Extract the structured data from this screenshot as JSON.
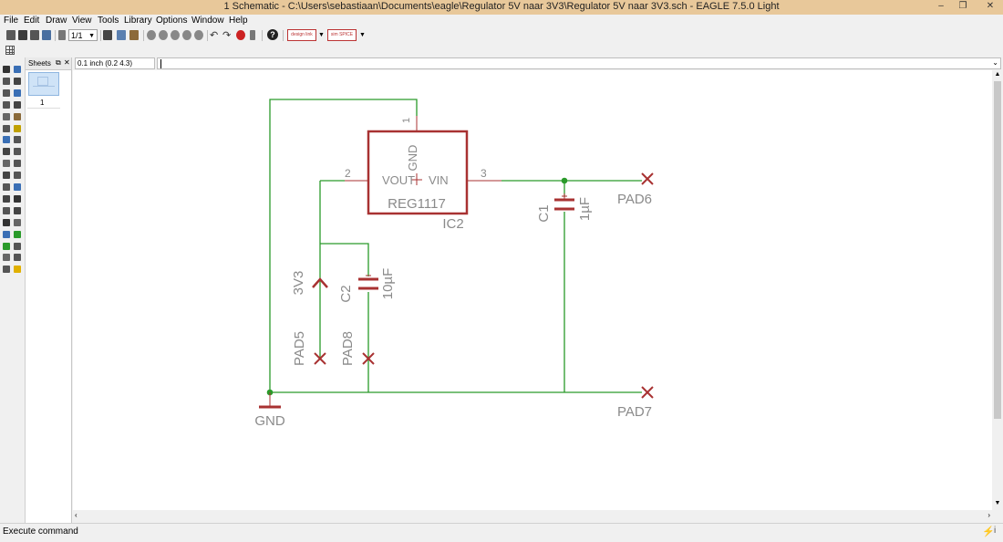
{
  "window": {
    "title": "1 Schematic - C:\\Users\\sebastiaan\\Documents\\eagle\\Regulator 5V naar 3V3\\Regulator 5V naar 3V3.sch - EAGLE 7.5.0 Light",
    "minimize": "–",
    "maximize": "❐",
    "close": "✕"
  },
  "menu": [
    "File",
    "Edit",
    "Draw",
    "View",
    "Tools",
    "Library",
    "Options",
    "Window",
    "Help"
  ],
  "toolbar": {
    "sheet_select": "1/1",
    "logo1": "design link",
    "logo2": "sim SPICE",
    "help_label": "?",
    "colors": {
      "accent": "#3a6fb5",
      "stop": "#cc2222",
      "wire": "#2a9a2a",
      "part": "#a83232",
      "text": "#8a8a8a"
    }
  },
  "sheets_panel": {
    "title": "Sheets",
    "sheet_number": "1"
  },
  "coordinate_display": "0.1 inch (0.2 4.3)",
  "command_line": "",
  "status_bar": "Execute command",
  "schematic": {
    "ic": {
      "name": "IC2",
      "value": "REG1117",
      "pin_gnd": "GND",
      "pin_vout": "VOUT",
      "pin_vin": "VIN",
      "pin1": "1",
      "pin2": "2",
      "pin3": "3"
    },
    "c1": {
      "name": "C1",
      "value": "1µF"
    },
    "c2": {
      "name": "C2",
      "value": "10µF"
    },
    "pads": {
      "pad5": "PAD5",
      "pad6": "PAD6",
      "pad7": "PAD7",
      "pad8": "PAD8"
    },
    "supply_3v3": "3V3",
    "supply_gnd": "GND"
  }
}
